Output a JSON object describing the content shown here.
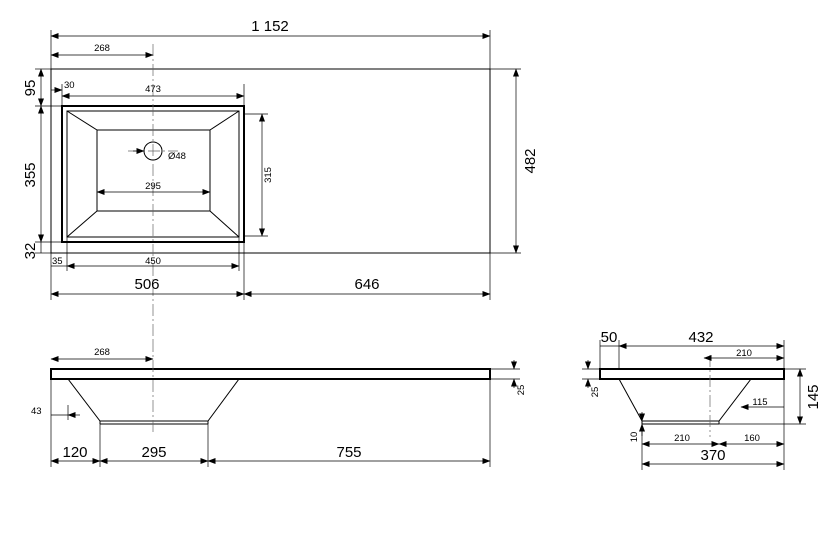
{
  "plan": {
    "overall_width": "1 152",
    "left_edge_to_drain_axis": "268",
    "bowl_left_offset": "30",
    "bowl_outer_width": "473",
    "drain_diameter": "Ø48",
    "bowl_bottom_width": "295",
    "bowl_depth_front_back": "315",
    "overall_depth": "482",
    "top_margin": "95",
    "bowl_outer_depth": "355",
    "front_margin": "32",
    "bowl_inner_left_offset": "35",
    "bowl_inner_width": "450",
    "left_section": "506",
    "right_section": "646"
  },
  "front_view": {
    "left_edge_to_drain_axis": "268",
    "slab_thickness": "25",
    "bowl_wall_offset": "43",
    "left_segment": "120",
    "bowl_bottom": "295",
    "right_segment": "755"
  },
  "side_view": {
    "back_offset": "50",
    "top_width": "432",
    "axis_to_front": "210",
    "slab_thickness": "25",
    "overall_height": "145",
    "bowl_depth": "115",
    "bottom_thickness": "10",
    "bottom_left": "210",
    "bottom_right": "160",
    "bottom_total": "370"
  }
}
